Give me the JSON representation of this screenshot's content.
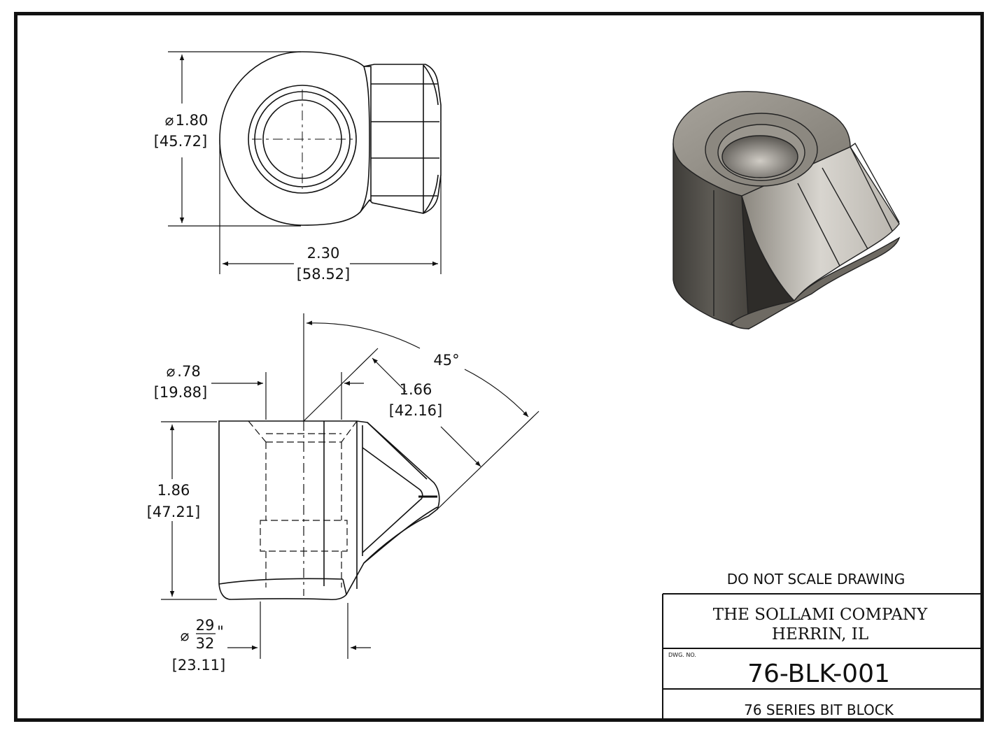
{
  "top_view": {
    "dia_symbol": "⌀",
    "diameter_in": "1.80",
    "diameter_mm": "[45.72]",
    "width_in": "2.30",
    "width_mm": "[58.52]"
  },
  "side_view": {
    "bore_dia_symbol": "⌀",
    "bore_dia_in": ".78",
    "bore_dia_mm": "[19.88]",
    "angle": "45°",
    "face_in": "1.66",
    "face_mm": "[42.16]",
    "height_in": "1.86",
    "height_mm": "[47.21]",
    "counterbore_dia_symbol": "⌀",
    "counterbore_num": "29",
    "counterbore_den": "32",
    "counterbore_unit": "\"",
    "counterbore_mm": "[23.11]"
  },
  "notes": {
    "scale_warning": "DO NOT SCALE DRAWING"
  },
  "title_block": {
    "company": "THE SOLLAMI COMPANY",
    "location": "HERRIN, IL",
    "dwg_no_label": "DWG. NO.",
    "dwg_no": "76-BLK-001",
    "description": "76 SERIES BIT BLOCK"
  }
}
